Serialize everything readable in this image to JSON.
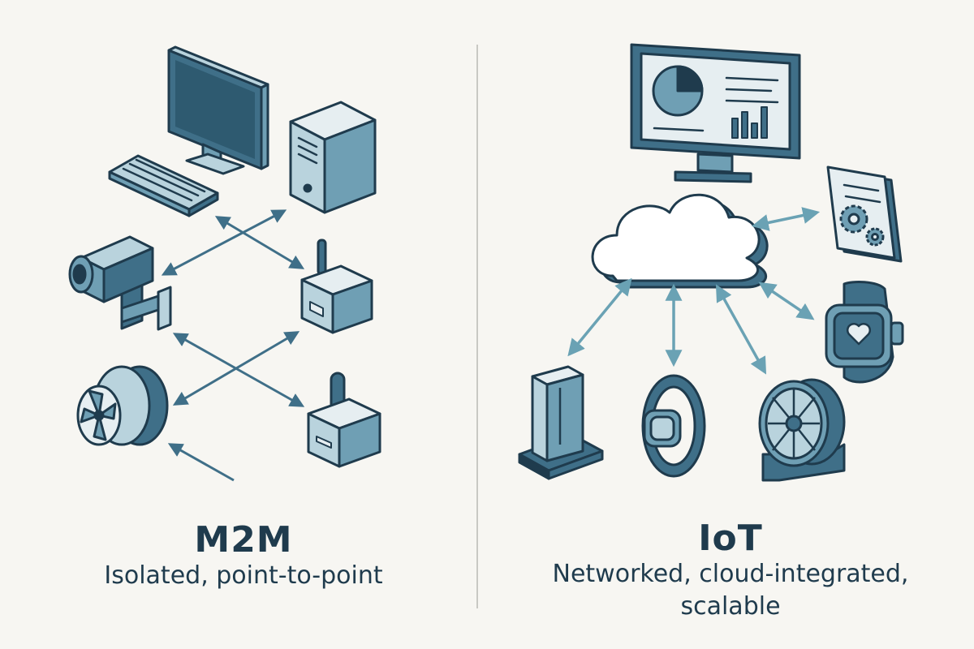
{
  "palette": {
    "background": "#f7f6f2",
    "ink": "#1f3b4d",
    "dark": "#3f6f88",
    "mid": "#6f9fb4",
    "light": "#b9d3dd",
    "pale": "#e6eef1",
    "arrow_left": "#3f6f88",
    "arrow_right": "#6aa2b4"
  },
  "left": {
    "title": "M2M",
    "subtitle": "Isolated, point-to-point",
    "icons": [
      "desktop-monitor-icon",
      "keyboard-icon",
      "server-tower-icon",
      "security-camera-icon",
      "sensor-box-icon",
      "fan-icon",
      "joystick-box-icon"
    ]
  },
  "right": {
    "title": "IoT",
    "subtitle_line1": "Networked, cloud-integrated,",
    "subtitle_line2": "scalable",
    "icons": [
      "dashboard-monitor-icon",
      "cloud-icon",
      "settings-document-icon",
      "smartwatch-icon",
      "server-tower-icon",
      "fitness-band-icon",
      "turbine-fan-icon"
    ]
  }
}
